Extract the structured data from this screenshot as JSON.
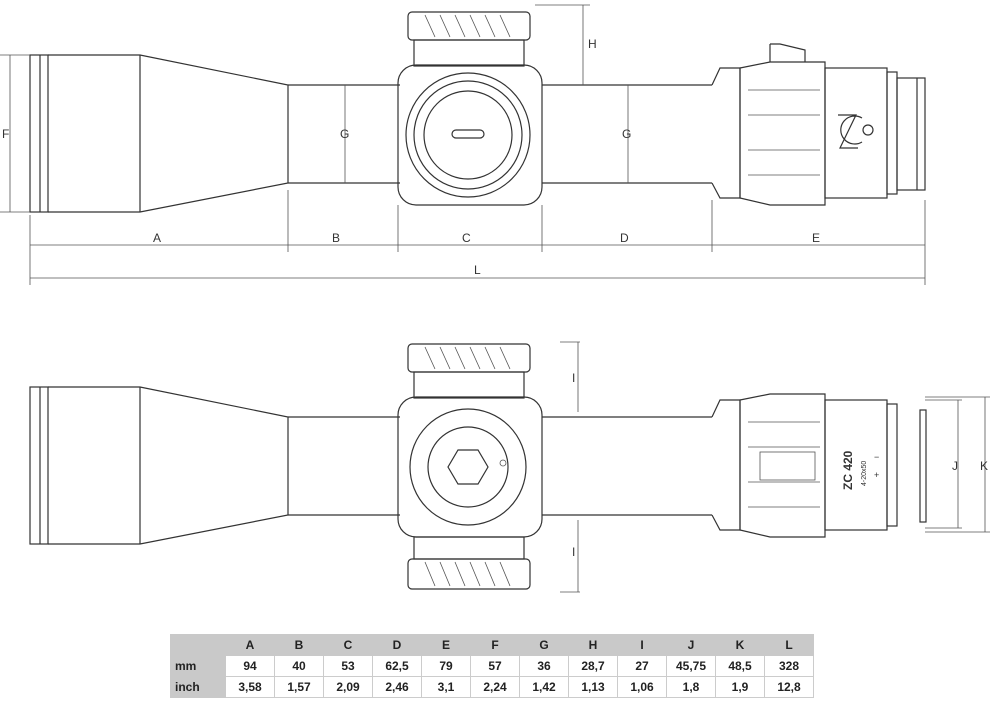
{
  "diagram": {
    "top_view_labels": {
      "A": "A",
      "B": "B",
      "C": "C",
      "D": "D",
      "E": "E",
      "F": "F",
      "G": "G",
      "H": "H",
      "L": "L"
    },
    "bottom_view_labels": {
      "I": "I",
      "J": "J",
      "K": "K"
    },
    "eyepiece_marking": {
      "model": "ZC 420",
      "magnification": "4-20x50",
      "plus": "+",
      "minus": "−"
    }
  },
  "table": {
    "columns": [
      "A",
      "B",
      "C",
      "D",
      "E",
      "F",
      "G",
      "H",
      "I",
      "J",
      "K",
      "L"
    ],
    "rows": [
      {
        "unit": "mm",
        "values": [
          "94",
          "40",
          "53",
          "62,5",
          "79",
          "57",
          "36",
          "28,7",
          "27",
          "45,75",
          "48,5",
          "328"
        ]
      },
      {
        "unit": "inch",
        "values": [
          "3,58",
          "1,57",
          "2,09",
          "2,46",
          "3,1",
          "2,24",
          "1,42",
          "1,13",
          "1,06",
          "1,8",
          "1,9",
          "12,8"
        ]
      }
    ]
  }
}
